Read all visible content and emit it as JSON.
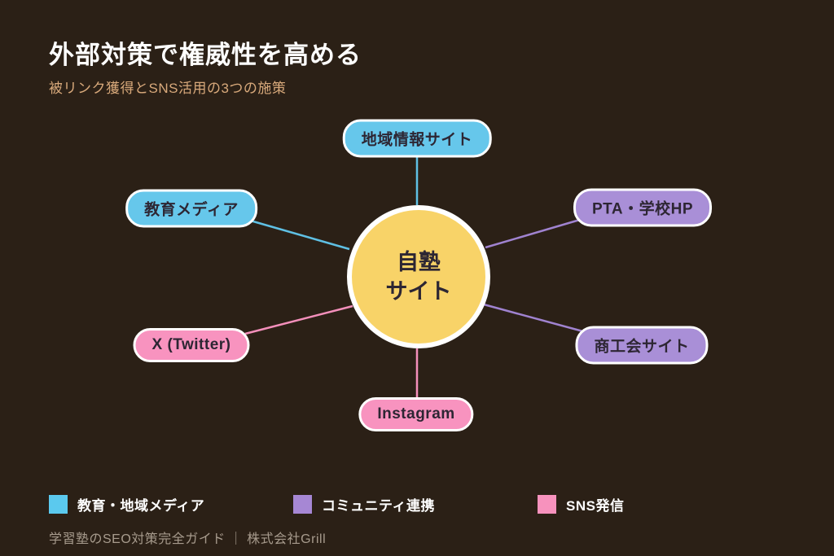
{
  "slide": {
    "title": "外部対策で権威性を高める",
    "subtitle": "被リンク獲得とSNS活用の3つの施策",
    "footer": "学習塾のSEO対策完全ガイド ｜ 株式会社Grill"
  },
  "hub": {
    "label_line1": "自塾",
    "label_line2": "サイト",
    "color": "#F8D368"
  },
  "nodes": [
    {
      "label": "地域情報サイト",
      "category": "教育・地域メディア",
      "color": "#66C7EB",
      "position": "top"
    },
    {
      "label": "教育メディア",
      "category": "教育・地域メディア",
      "color": "#66C7EB",
      "position": "upper-left"
    },
    {
      "label": "PTA・学校HP",
      "category": "コミュニティ連携",
      "color": "#A98FD7",
      "position": "upper-right"
    },
    {
      "label": "X (Twitter)",
      "category": "SNS発信",
      "color": "#F893BF",
      "position": "lower-left"
    },
    {
      "label": "商工会サイト",
      "category": "コミュニティ連携",
      "color": "#A98FD7",
      "position": "lower-right"
    },
    {
      "label": "Instagram",
      "category": "SNS発信",
      "color": "#F893BF",
      "position": "bottom"
    }
  ],
  "legend": [
    {
      "label": "教育・地域メディア",
      "color": "#5BC9EE"
    },
    {
      "label": "コミュニティ連携",
      "color": "#A687D4"
    },
    {
      "label": "SNS発信",
      "color": "#F792BD"
    }
  ],
  "colors": {
    "background": "#2B2016",
    "title_text": "#FFFFFF",
    "subtitle_text": "#D8A97B",
    "node_text": "#2D2633",
    "line_media": "#5FC0E4",
    "line_community": "#A083D0",
    "line_sns": "#F48FBB"
  }
}
